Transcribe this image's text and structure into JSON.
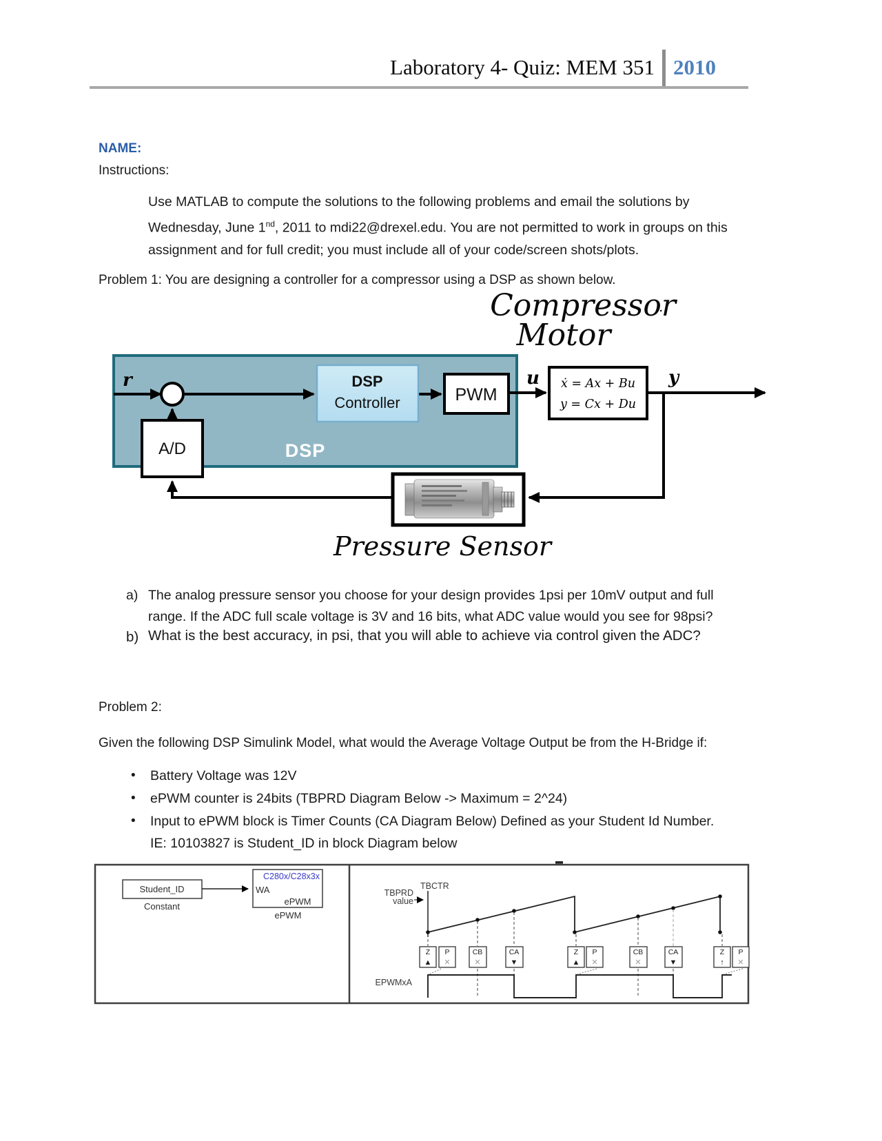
{
  "header": {
    "title": "Laboratory 4- Quiz: MEM 351",
    "year": "2010"
  },
  "labels": {
    "name": "NAME:",
    "instructions": "Instructions:"
  },
  "intro": {
    "before_sup": "Use MATLAB to compute the solutions to the following problems and email the solutions by Wednesday, June 1",
    "sup": "nd",
    "after_sup": ", 2011 to mdi22@drexel.edu.  You are not permitted to work in groups on this assignment and for full credit; you must include all of your code/screen shots/plots."
  },
  "problem1": {
    "heading": "Problem 1:  You are designing a controller for a compressor using a DSP as shown below.",
    "diagram": {
      "title_line1": "Compressor",
      "title_dot": ".",
      "title_line2": "Motor",
      "r": "r",
      "u": "u",
      "y": "y",
      "ad": "A/D",
      "dspc1": "DSP",
      "dspc2": "Controller",
      "pwm": "PWM",
      "eq1": "ẋ = Ax + Bu",
      "eq2": "y = Cx + Du",
      "dsp_label": "DSP",
      "sensor_caption": "Pressure Sensor"
    },
    "qa_marker": "a)",
    "qa_text": "The analog pressure sensor you choose for your design provides 1psi per 10mV output and full range.  If the ADC full scale voltage is 3V and 16 bits, what ADC value would you see for 98psi?",
    "qb_marker": "b)",
    "qb_text": "What is the best accuracy, in psi, that you will able to achieve via control given the ADC?"
  },
  "problem2": {
    "heading": "Problem 2:",
    "intro": "Given the following DSP Simulink Model, what would the Average Voltage Output be from the H-Bridge if:",
    "bullet": "•",
    "b1": "Battery Voltage was 12V",
    "b2": "ePWM counter is 24bits (TBPRD Diagram Below -> Maximum = 2^24)",
    "b3": "Input to ePWM block is Timer Counts (CA Diagram Below) Defined as your Student Id Number.",
    "b3_cont": "IE: 10103827 is Student_ID in block Diagram below",
    "simulink": {
      "const_value": "Student_ID",
      "const_label": "Constant",
      "chip": "C280x/C28x3x",
      "port": "WA",
      "block_name": "ePWM",
      "block_label": "ePWM",
      "tbctr": "TBCTR",
      "tbprd1": "TBPRD",
      "tbprd2": "value",
      "epwmxa": "EPWMxA",
      "ev": [
        {
          "l": "Z",
          "s": "▲"
        },
        {
          "l": "P",
          "s": "✕"
        },
        {
          "l": "CB",
          "s": "✕"
        },
        {
          "l": "CA",
          "s": "▼"
        },
        {
          "l": "Z",
          "s": "▲"
        },
        {
          "l": "P",
          "s": "✕"
        },
        {
          "l": "CB",
          "s": "✕"
        },
        {
          "l": "CA",
          "s": "▼"
        },
        {
          "l": "Z",
          "s": "↑"
        },
        {
          "l": "P",
          "s": "✕"
        }
      ]
    }
  },
  "colors": {
    "year_blue": "#4F81BD",
    "name_blue": "#2A5DA8",
    "dsp_region_fill": "#92B7C4",
    "dsp_region_border": "#1F6B7C",
    "controller_fill": "#C4E4F1",
    "chip_text_blue": "#3A3AC8",
    "header_rule_gray": "#A8A8A8"
  }
}
